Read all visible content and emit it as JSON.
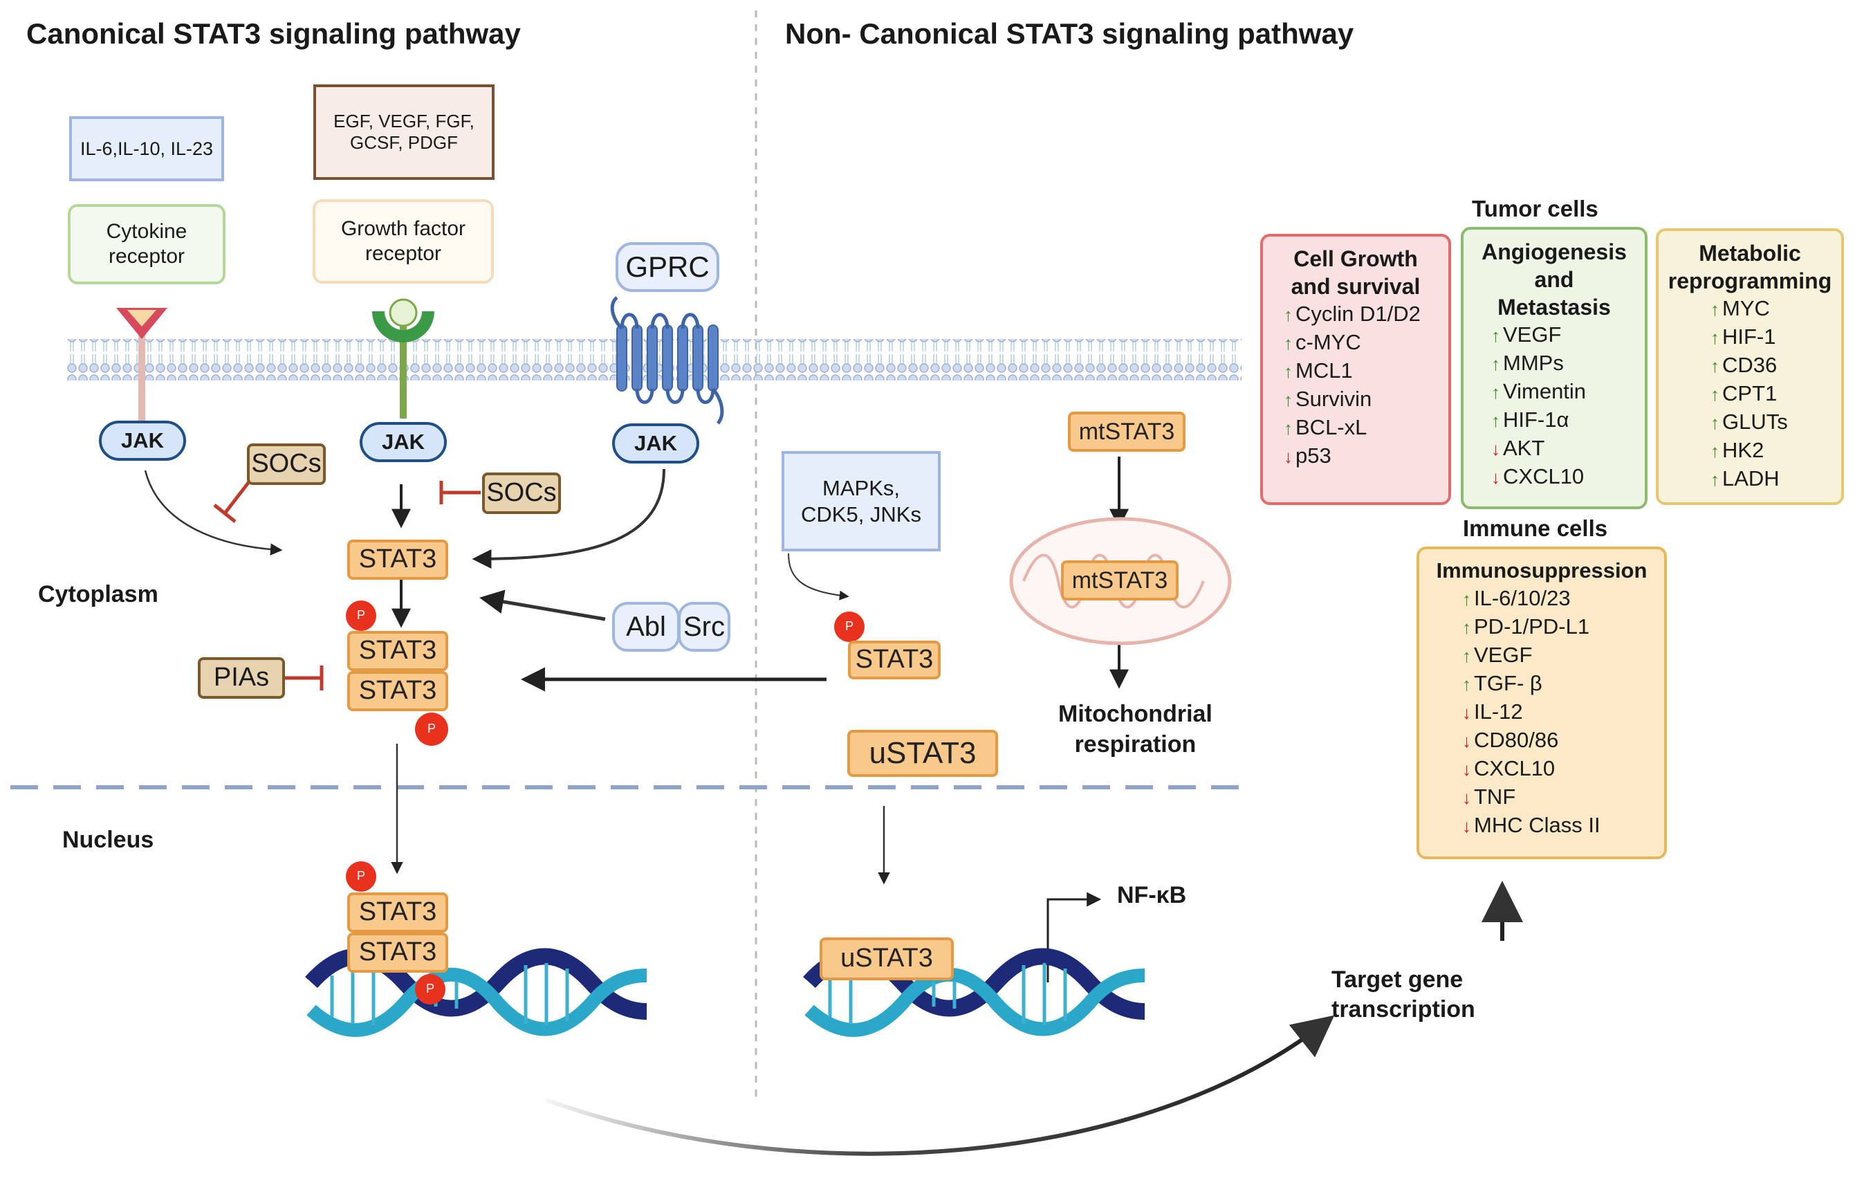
{
  "titles": {
    "canonical": "Canonical STAT3 signaling pathway",
    "non_canonical": "Non- Canonical STAT3 signaling pathway"
  },
  "ligands": {
    "interleukins": "IL-6,IL-10, IL-23",
    "growth_factors_line1": "EGF, VEGF, FGF,",
    "growth_factors_line2": "GCSF, PDGF"
  },
  "receptors": {
    "cytokine_line1": "Cytokine",
    "cytokine_line2": "receptor",
    "growth_line1": "Growth factor",
    "growth_line2": "receptor",
    "gprc": "GPRC"
  },
  "proteins": {
    "jak": "JAK",
    "socs": "SOCs",
    "stat3": "STAT3",
    "pias": "PIAs",
    "abl": "Abl",
    "src": "Src",
    "mapks_line1": "MAPKs,",
    "mapks_line2": "CDK5, JNKs",
    "mtstat3": "mtSTAT3",
    "ustat3": "uSTAT3",
    "phospho": "P"
  },
  "compartments": {
    "cytoplasm": "Cytoplasm",
    "nucleus": "Nucleus"
  },
  "outcomes": {
    "mito_line1": "Mitochondrial",
    "mito_line2": "respiration",
    "nfkb": "NF-κB",
    "target_line1": "Target gene",
    "target_line2": "transcription"
  },
  "tumor": {
    "heading": "Tumor cells",
    "growth": {
      "title_line1": "Cell Growth",
      "title_line2": "and survival",
      "items": [
        {
          "dir": "up",
          "text": "Cyclin D1/D2"
        },
        {
          "dir": "up",
          "text": "c-MYC"
        },
        {
          "dir": "up",
          "text": "MCL1"
        },
        {
          "dir": "up",
          "text": "Survivin"
        },
        {
          "dir": "up",
          "text": "BCL-xL"
        },
        {
          "dir": "down",
          "text": "p53"
        }
      ]
    },
    "angio": {
      "title_line1": "Angiogenesis",
      "title_line2": "and",
      "title_line3": "Metastasis",
      "items": [
        {
          "dir": "up",
          "text": "VEGF"
        },
        {
          "dir": "up",
          "text": "MMPs"
        },
        {
          "dir": "up",
          "text": "Vimentin"
        },
        {
          "dir": "up",
          "text": "HIF-1α"
        },
        {
          "dir": "down",
          "text": "AKT"
        },
        {
          "dir": "down",
          "text": "CXCL10"
        }
      ]
    },
    "metabolic": {
      "title_line1": "Metabolic",
      "title_line2": "reprogramming",
      "items": [
        {
          "dir": "up",
          "text": "MYC"
        },
        {
          "dir": "up",
          "text": "HIF-1"
        },
        {
          "dir": "up",
          "text": "CD36"
        },
        {
          "dir": "up",
          "text": "CPT1"
        },
        {
          "dir": "up",
          "text": "GLUTs"
        },
        {
          "dir": "up",
          "text": "HK2"
        },
        {
          "dir": "up",
          "text": "LADH"
        }
      ]
    }
  },
  "immune": {
    "heading": "Immune cells",
    "panel_title": "Immunosuppression",
    "items": [
      {
        "dir": "up",
        "text": "IL-6/10/23"
      },
      {
        "dir": "up",
        "text": "PD-1/PD-L1"
      },
      {
        "dir": "up",
        "text": "VEGF"
      },
      {
        "dir": "up",
        "text": "TGF- β"
      },
      {
        "dir": "down",
        "text": "IL-12"
      },
      {
        "dir": "down",
        "text": "CD80/86"
      },
      {
        "dir": "down",
        "text": "CXCL10"
      },
      {
        "dir": "down",
        "text": "TNF"
      },
      {
        "dir": "down",
        "text": "MHC Class II"
      }
    ]
  },
  "colors": {
    "up_arrow": "#3d8a2e",
    "down_arrow": "#d42020",
    "stat3_fill": "#f9c98c",
    "jak_border": "#1f4f86",
    "inhibit_red": "#c0392b",
    "dna_dark": "#1c2a78",
    "dna_light": "#2aa7c9"
  },
  "icons": {
    "up": "↑",
    "down": "↓"
  }
}
